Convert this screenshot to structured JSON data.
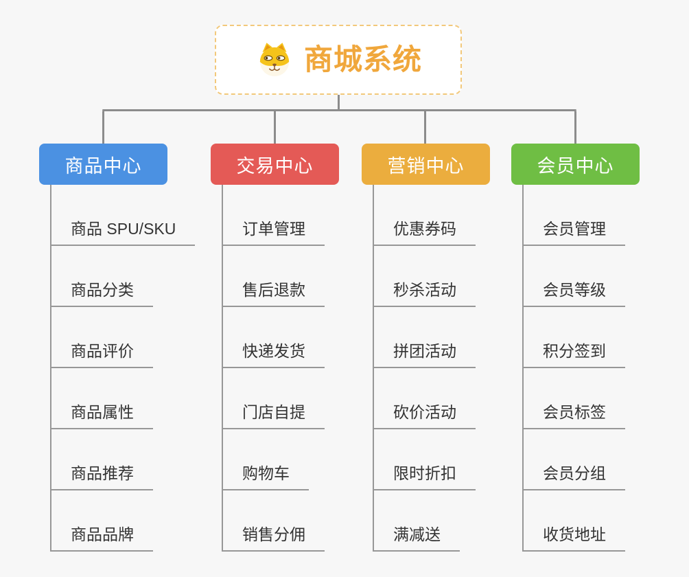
{
  "root": {
    "title": "商城系统",
    "icon": "dog-face-icon"
  },
  "colors": {
    "background": "#f7f7f7",
    "connector_line": "#8c8c8c",
    "subtopic_line": "#979797",
    "root_border": "#f2c87a",
    "root_text": "#f0a73c",
    "subtopic_text": "#333333"
  },
  "branches": [
    {
      "label": "商品中心",
      "color": "#4b91e2",
      "children": [
        "商品 SPU/SKU",
        "商品分类",
        "商品评价",
        "商品属性",
        "商品推荐",
        "商品品牌"
      ]
    },
    {
      "label": "交易中心",
      "color": "#e45a56",
      "children": [
        "订单管理",
        "售后退款",
        "快递发货",
        "门店自提",
        "购物车",
        "销售分佣"
      ]
    },
    {
      "label": "营销中心",
      "color": "#ebad3e",
      "children": [
        "优惠券码",
        "秒杀活动",
        "拼团活动",
        "砍价活动",
        "限时折扣",
        "满减送"
      ]
    },
    {
      "label": "会员中心",
      "color": "#6fbe44",
      "children": [
        "会员管理",
        "会员等级",
        "积分签到",
        "会员标签",
        "会员分组",
        "收货地址"
      ]
    }
  ]
}
